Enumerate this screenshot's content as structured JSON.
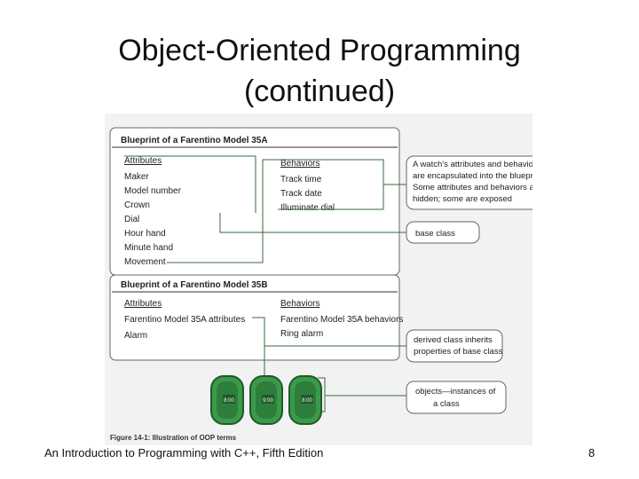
{
  "slide": {
    "title_line1": "Object-Oriented Programming",
    "title_line2": "(continued)",
    "footer_text": "An Introduction to Programming with C++, Fifth Edition",
    "page_number": "8"
  },
  "figure": {
    "blueprint_a": {
      "title": "Blueprint of a Farentino Model 35A",
      "attributes_header": "Attributes",
      "attributes": [
        "Maker",
        "Model number",
        "Crown",
        "Dial",
        "Hour hand",
        "Minute hand",
        "Movement"
      ],
      "behaviors_header": "Behaviors",
      "behaviors": [
        "Track time",
        "Track date",
        "Illuminate dial"
      ]
    },
    "blueprint_b": {
      "title": "Blueprint of a Farentino Model 35B",
      "attributes_header": "Attributes",
      "attributes": [
        "Farentino Model 35A attributes",
        "Alarm"
      ],
      "behaviors_header": "Behaviors",
      "behaviors": [
        "Farentino Model 35A behaviors",
        "Ring alarm"
      ]
    },
    "callouts": {
      "encapsulation": [
        "A watch's attributes and behaviors",
        "are encapsulated into the blueprint.",
        "Some attributes and behaviors are",
        "hidden; some are exposed"
      ],
      "base_class": [
        "base class"
      ],
      "derived_class": [
        "derived class inherits",
        "properties of base class"
      ],
      "objects": [
        "objects—instances of",
        "a class"
      ]
    },
    "watch_faces": [
      "8:00",
      "9:00",
      "8:00"
    ],
    "caption": "Figure 14-1: Illustration of OOP terms"
  },
  "colors": {
    "panel_bg": "#f2f2f2",
    "line": "#3a6a3a",
    "watch_green": "#3a9a4a",
    "watch_dark": "#1e5a2a"
  }
}
